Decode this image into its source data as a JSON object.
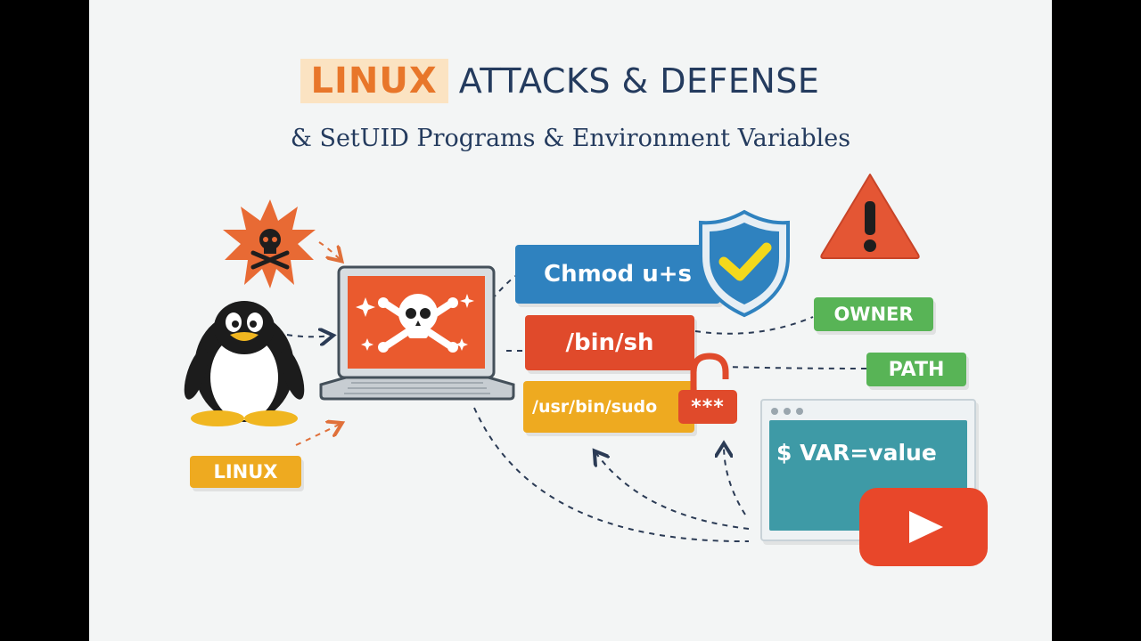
{
  "title": {
    "highlight": "LINUX",
    "rest": "ATTACKS & DEFENSE"
  },
  "subtitle": "& SetUID Programs & Environment Variables",
  "labels": {
    "chmod": "Chmod u+s",
    "bin_sh": "/bin/sh",
    "sudo": "/usr/bin/sudo",
    "owner": "OWNER",
    "path": "PATH",
    "linux": "LINUX"
  },
  "terminal": {
    "command": "$ VAR=value"
  },
  "lock": {
    "code": "***"
  },
  "icons": [
    "penguin-icon",
    "skull-burst-icon",
    "laptop-icon",
    "skull-crossbones-icon",
    "shield-check-icon",
    "warning-icon",
    "padlock-icon",
    "play-button-icon",
    "terminal-window-icon"
  ],
  "colors": {
    "title_highlight_text": "#e8762a",
    "title_highlight_bg": "#fbe3c2",
    "navy": "#243b5e",
    "blue": "#2f82bf",
    "red": "#e04a2b",
    "yellow": "#eeaa20",
    "green": "#58b456",
    "teal": "#3e9aa6"
  }
}
